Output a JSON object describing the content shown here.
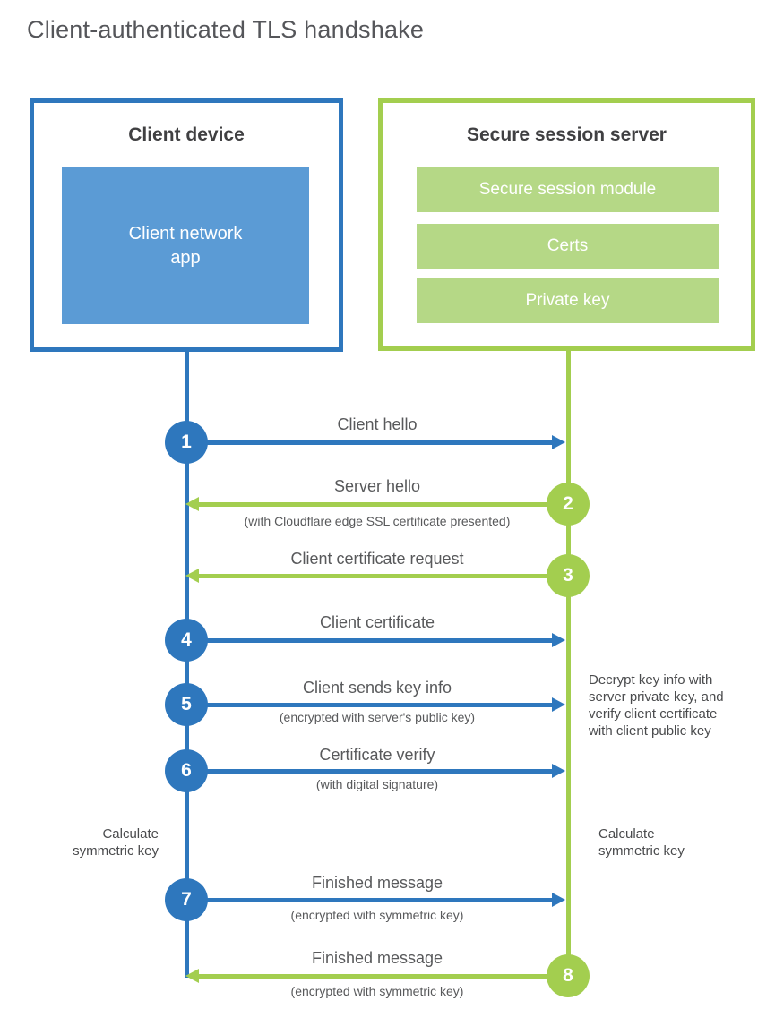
{
  "title": "Client-authenticated TLS handshake",
  "colors": {
    "blue": "#2e77bd",
    "blue-fill": "#5b9bd5",
    "green": "#a3ce4f",
    "green-fill": "#b5d886",
    "dark": "#404042",
    "gray": "#58595b"
  },
  "client": {
    "title": "Client device",
    "app_label": "Client network\napp"
  },
  "server": {
    "title": "Secure session server",
    "modules": [
      "Secure session module",
      "Certs",
      "Private key"
    ]
  },
  "steps": [
    {
      "num": "1",
      "label": "Client hello",
      "sub": "",
      "direction": "client-to-server",
      "color": "blue"
    },
    {
      "num": "2",
      "label": "Server hello",
      "sub": "(with Cloudflare edge SSL certificate presented)",
      "direction": "server-to-client",
      "color": "green"
    },
    {
      "num": "3",
      "label": "Client certificate request",
      "sub": "",
      "direction": "server-to-client",
      "color": "green"
    },
    {
      "num": "4",
      "label": "Client certificate",
      "sub": "",
      "direction": "client-to-server",
      "color": "blue"
    },
    {
      "num": "5",
      "label": "Client sends key info",
      "sub": "(encrypted with server's public key)",
      "direction": "client-to-server",
      "color": "blue"
    },
    {
      "num": "6",
      "label": "Certificate verify",
      "sub": "(with digital signature)",
      "direction": "client-to-server",
      "color": "blue"
    },
    {
      "num": "7",
      "label": "Finished message",
      "sub": "(encrypted with symmetric key)",
      "direction": "client-to-server",
      "color": "blue"
    },
    {
      "num": "8",
      "label": "Finished message",
      "sub": "(encrypted with symmetric key)",
      "direction": "server-to-client",
      "color": "green"
    }
  ],
  "annotations": {
    "decrypt_note": "Decrypt key info with\nserver private key, and\nverify client certificate\nwith client public key",
    "calculate_left": "Calculate\nsymmetric key",
    "calculate_right": "Calculate\nsymmetric key"
  }
}
